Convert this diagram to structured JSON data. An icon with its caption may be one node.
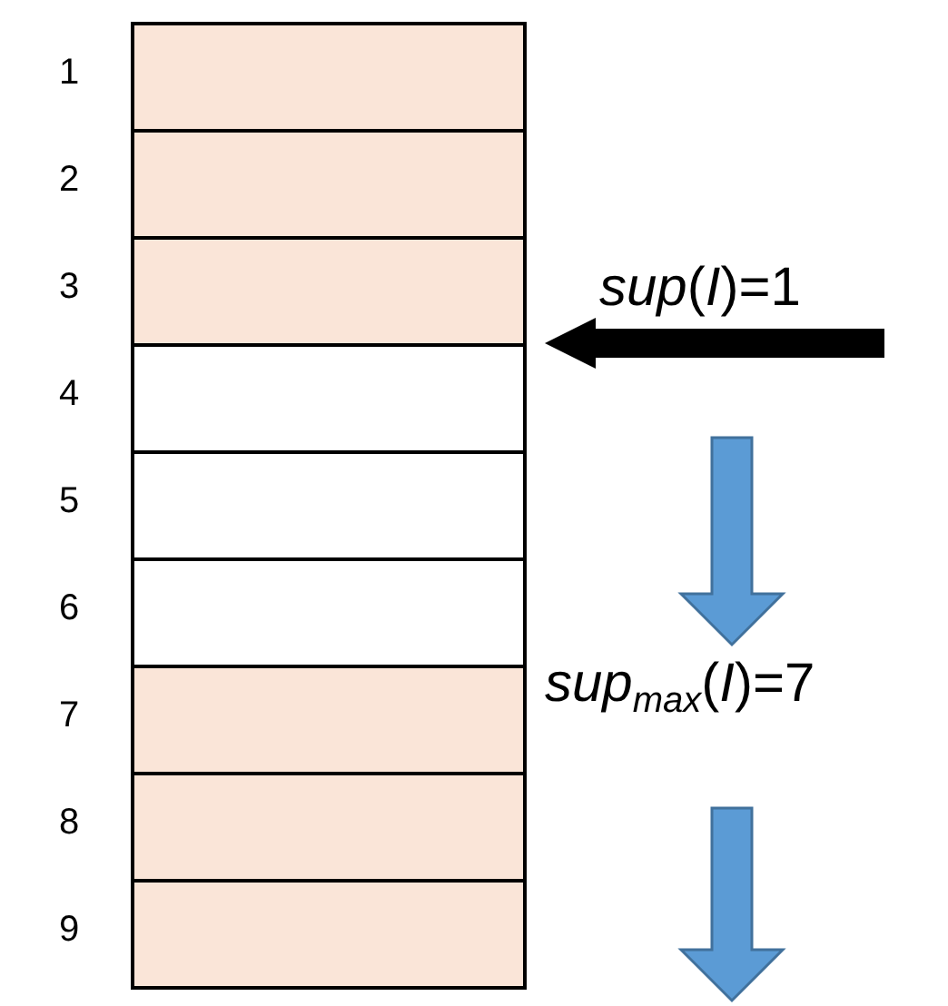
{
  "diagram": {
    "nodes": [
      {
        "text": [],
        "shape": "box",
        "beside": [
          "1"
        ]
      },
      {
        "text": [],
        "shape": "box",
        "beside": [
          "2"
        ]
      },
      {
        "text": [],
        "shape": "box",
        "beside": [
          "3"
        ]
      },
      {
        "text": [],
        "shape": "box",
        "beside": [
          "4"
        ]
      },
      {
        "text": [],
        "shape": "box",
        "beside": [
          "5"
        ]
      },
      {
        "text": [],
        "shape": "box",
        "beside": [
          "6"
        ]
      },
      {
        "text": [],
        "shape": "box",
        "beside": [
          "7"
        ]
      },
      {
        "text": [],
        "shape": "box",
        "beside": [
          "8"
        ]
      },
      {
        "text": [],
        "shape": "box",
        "beside": [
          "9"
        ]
      }
    ],
    "edges": [
      {
        "from": null,
        "to": 3,
        "arrow": "to"
      }
    ],
    "labels": [
      "*sup*(*I*)=1",
      "*sup*$_{max}$(*I*)=7"
    ]
  }
}
